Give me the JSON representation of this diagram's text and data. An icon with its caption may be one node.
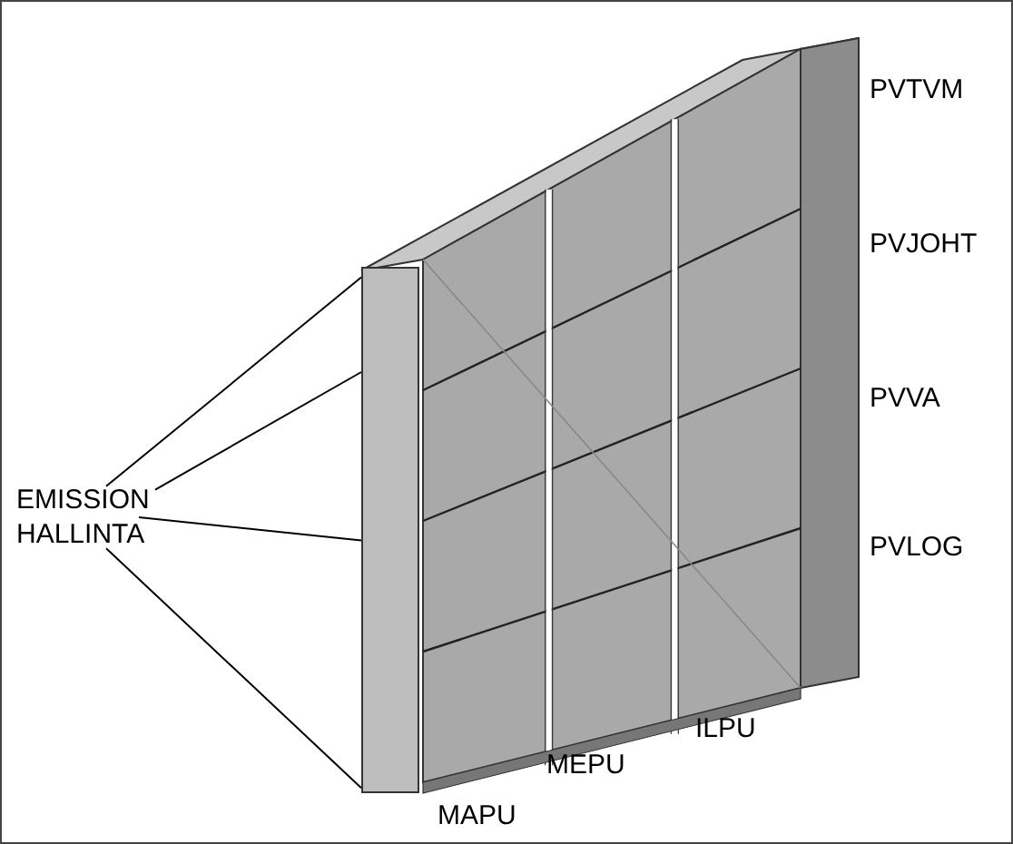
{
  "diagram": {
    "nodes": [
      {
        "text": [
          "EMISSION HALLINTA"
        ]
      },
      {
        "text": [],
        "shape": "box"
      }
    ],
    "edges": [
      {
        "from": 0,
        "to": 1,
        "arrow": "none"
      },
      {
        "from": 0,
        "to": 1,
        "arrow": "none"
      },
      {
        "from": 0,
        "to": 1,
        "arrow": "none"
      },
      {
        "from": 0,
        "to": 1,
        "arrow": "none"
      }
    ],
    "labels": [
      "PVTVM",
      "PVJOHT",
      "PVVA",
      "PVLOG",
      "ILPU",
      "MEPU",
      "MAPU"
    ]
  }
}
